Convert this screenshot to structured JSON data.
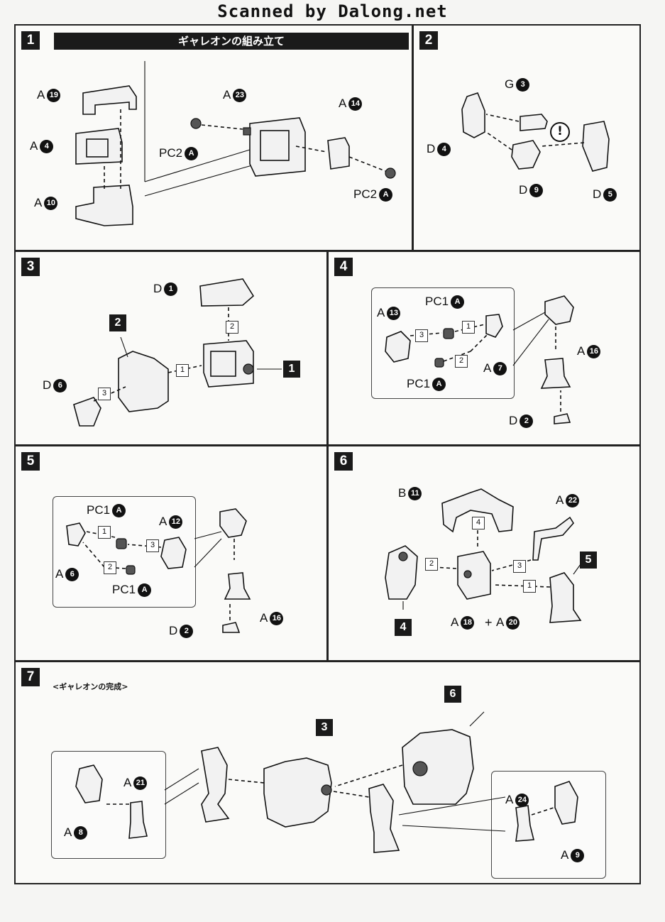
{
  "header": "Scanned by Dalong.net",
  "steps": {
    "s1": {
      "num": "1",
      "title": "ギャレオンの組み立て"
    },
    "s2": {
      "num": "2"
    },
    "s3": {
      "num": "3"
    },
    "s4": {
      "num": "4"
    },
    "s5": {
      "num": "5"
    },
    "s6": {
      "num": "6"
    },
    "s7": {
      "num": "7",
      "subtitle": "<ギャレオンの完成>"
    }
  },
  "parts": {
    "A19": {
      "letter": "A",
      "num": "19"
    },
    "A4": {
      "letter": "A",
      "num": "4"
    },
    "A10": {
      "letter": "A",
      "num": "10"
    },
    "A23": {
      "letter": "A",
      "num": "23"
    },
    "A14": {
      "letter": "A",
      "num": "14"
    },
    "PC2A": {
      "letter": "PC2",
      "num": "A"
    },
    "PC1A": {
      "letter": "PC1",
      "num": "A"
    },
    "G3": {
      "letter": "G",
      "num": "3"
    },
    "D4": {
      "letter": "D",
      "num": "4"
    },
    "D9": {
      "letter": "D",
      "num": "9"
    },
    "D5": {
      "letter": "D",
      "num": "5"
    },
    "D1": {
      "letter": "D",
      "num": "1"
    },
    "D6": {
      "letter": "D",
      "num": "6"
    },
    "D2": {
      "letter": "D",
      "num": "2"
    },
    "A13": {
      "letter": "A",
      "num": "13"
    },
    "A7": {
      "letter": "A",
      "num": "7"
    },
    "A16": {
      "letter": "A",
      "num": "16"
    },
    "A12": {
      "letter": "A",
      "num": "12"
    },
    "A6": {
      "letter": "A",
      "num": "6"
    },
    "B11": {
      "letter": "B",
      "num": "11"
    },
    "A22": {
      "letter": "A",
      "num": "22"
    },
    "A18": {
      "letter": "A",
      "num": "18"
    },
    "A20": {
      "letter": "A",
      "num": "20"
    },
    "A21": {
      "letter": "A",
      "num": "21"
    },
    "A8": {
      "letter": "A",
      "num": "8"
    },
    "A24": {
      "letter": "A",
      "num": "24"
    },
    "A9": {
      "letter": "A",
      "num": "9"
    }
  },
  "seq": {
    "one": "1",
    "two": "2",
    "three": "3",
    "four": "4"
  },
  "refs": {
    "r1": "1",
    "r2": "2",
    "r3": "3",
    "r4": "4",
    "r5": "5",
    "r6": "6"
  },
  "symbols": {
    "caution": "!",
    "plus": "+"
  }
}
